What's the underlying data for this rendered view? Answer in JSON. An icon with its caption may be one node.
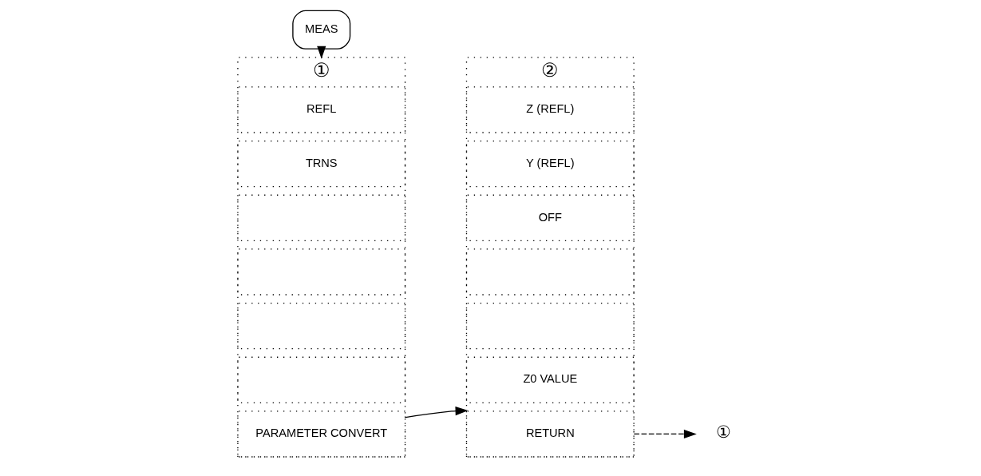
{
  "diagram": {
    "nodes": [
      {
        "text": [
          "MEAS"
        ]
      },
      {
        "text": [
          "①"
        ]
      },
      {
        "text": [
          "REFL"
        ],
        "in": 1
      },
      {
        "text": [
          "TRNS"
        ],
        "in": 1
      },
      {
        "text": [],
        "shape": "box",
        "in": 1
      },
      {
        "text": [],
        "shape": "box",
        "in": 1
      },
      {
        "text": [],
        "shape": "box",
        "in": 1
      },
      {
        "text": [],
        "shape": "box",
        "in": 1
      },
      {
        "text": [
          "PARAMETER CONVERT"
        ],
        "in": 1
      },
      {
        "text": [
          "②"
        ]
      },
      {
        "text": [
          "Z (REFL)"
        ],
        "in": 9
      },
      {
        "text": [
          "Y (REFL)"
        ],
        "in": 9
      },
      {
        "text": [
          "OFF"
        ],
        "in": 9
      },
      {
        "text": [],
        "shape": "box",
        "in": 9
      },
      {
        "text": [],
        "shape": "box",
        "in": 9
      },
      {
        "text": [
          "Z0 VALUE"
        ],
        "in": 9
      },
      {
        "text": [
          "RETURN"
        ],
        "in": 9
      },
      {
        "text": [
          "①"
        ]
      }
    ],
    "edges": [
      {
        "from": 0,
        "to": 1,
        "arrow": "to"
      },
      {
        "from": 8,
        "to": 9,
        "arrow": "to"
      },
      {
        "from": 16,
        "to": 17,
        "arrow": "to",
        "style": "dashed"
      }
    ]
  }
}
